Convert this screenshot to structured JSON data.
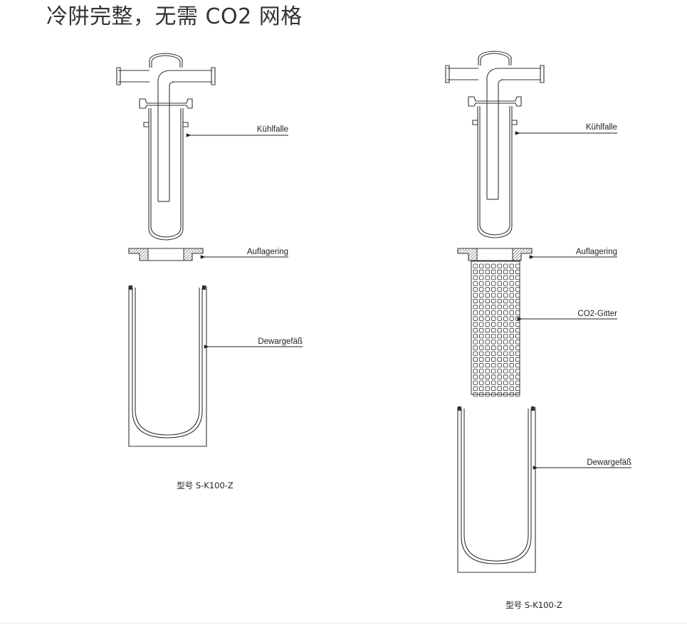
{
  "title": "冷阱完整，无需 CO2 网格",
  "figures": [
    {
      "labels": {
        "trap": "Kühlfalle",
        "ring": "Auflagering",
        "dewar": "Dewargefäß"
      },
      "caption": "型号 S-K100-Z",
      "has_grid": false
    },
    {
      "labels": {
        "trap": "Kühlfalle",
        "ring": "Auflagering",
        "grid": "CO2-Gitter",
        "dewar": "Dewargefäß"
      },
      "caption": "型号 S-K100-Z",
      "has_grid": true
    }
  ]
}
